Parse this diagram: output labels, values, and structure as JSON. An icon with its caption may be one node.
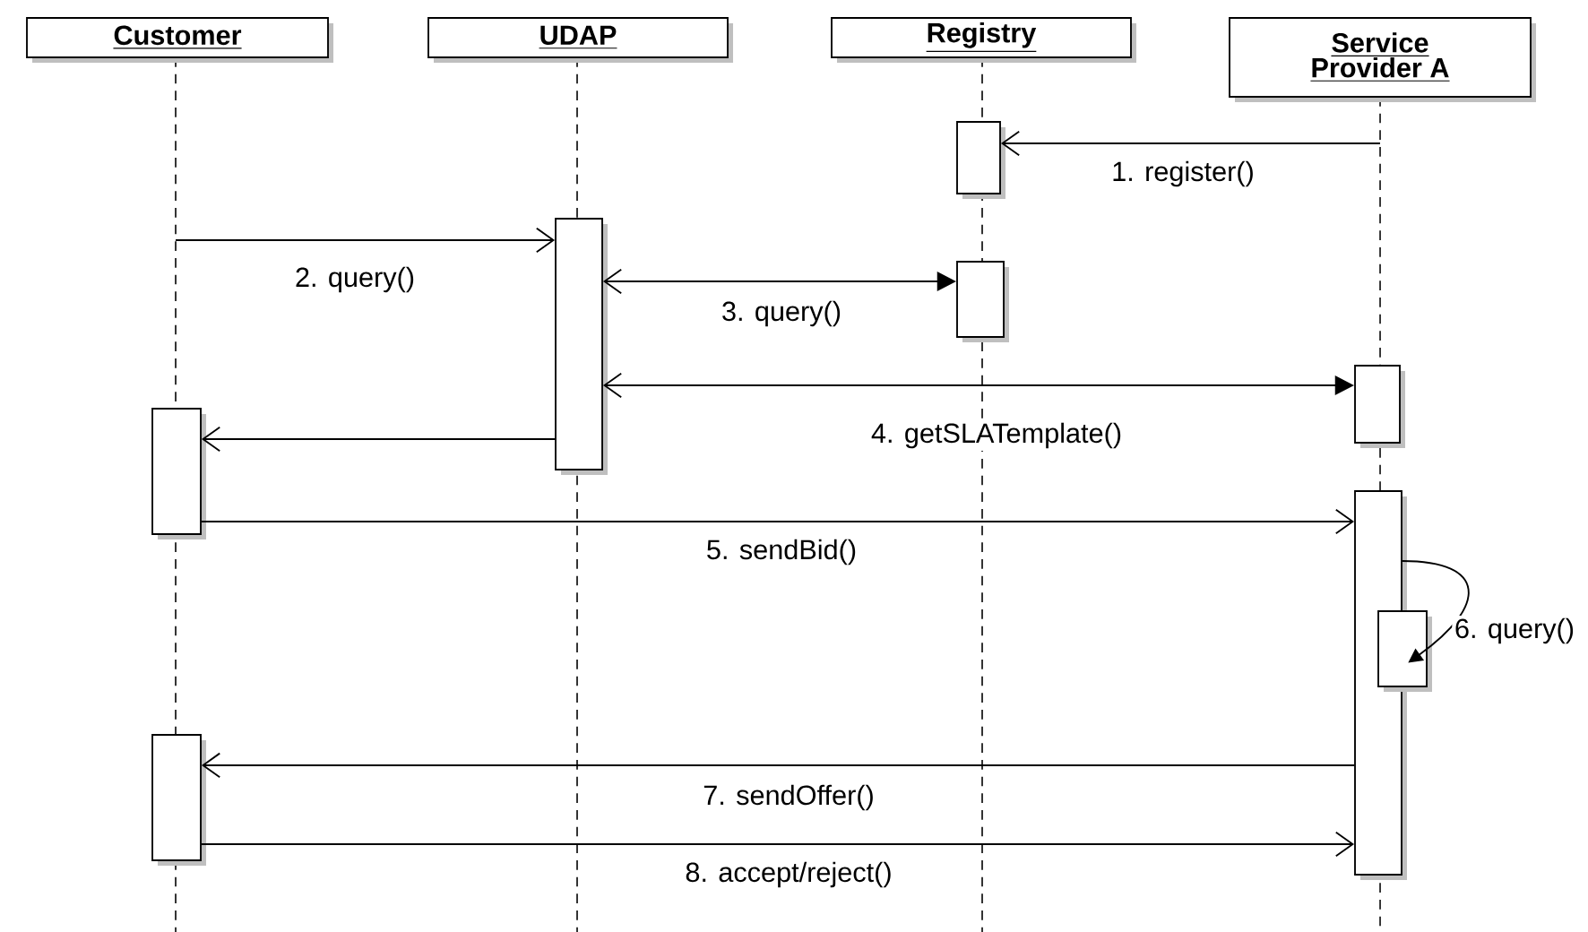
{
  "diagram": {
    "nodes": [
      {
        "text": [
          "Customer"
        ]
      },
      {
        "text": [
          "UDAP"
        ]
      },
      {
        "text": [
          "Registry"
        ]
      },
      {
        "text": [
          "Service Provider A"
        ]
      },
      {
        "text": [],
        "shape": "bar"
      },
      {
        "text": [],
        "shape": "bar"
      },
      {
        "text": [],
        "shape": "bar"
      },
      {
        "text": [],
        "shape": "bar"
      },
      {
        "text": [],
        "shape": "bar"
      },
      {
        "text": [],
        "shape": "bar"
      },
      {
        "text": [],
        "shape": "bar"
      },
      {
        "text": [],
        "shape": "bar"
      }
    ],
    "edges": [
      {
        "from": null,
        "to": 4,
        "arrow": "to",
        "label": "1. register()"
      },
      {
        "from": null,
        "to": 5,
        "arrow": "to",
        "label": "2. query()"
      },
      {
        "from": 5,
        "to": 6,
        "arrow": "both",
        "label": "3. query()"
      },
      {
        "from": 5,
        "to": 7,
        "arrow": "both",
        "label": "4. getSLATemplate()"
      },
      {
        "from": 5,
        "to": 8,
        "arrow": "to"
      },
      {
        "from": 8,
        "to": 9,
        "arrow": "to",
        "label": "5. sendBid()"
      },
      {
        "from": 9,
        "to": 10,
        "arrow": "to",
        "label": "6. query()"
      },
      {
        "from": 9,
        "to": 11,
        "arrow": "to",
        "label": "7. sendOffer()"
      },
      {
        "from": 11,
        "to": 9,
        "arrow": "to",
        "label": "8. accept/reject()"
      }
    ]
  }
}
